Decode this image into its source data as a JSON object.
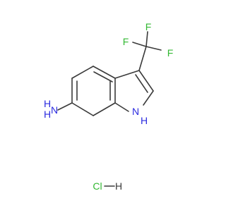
{
  "molecule": {
    "atoms": {
      "f_top": "F",
      "f_left": "F",
      "f_right": "F",
      "amine_n": "N",
      "amine_h": "H",
      "amine_h2": "H",
      "ring_n": "N",
      "ring_h": "H"
    },
    "salt": {
      "cl": "Cl",
      "h": "H"
    }
  },
  "colors": {
    "bond": "#3a3a3a",
    "nitrogen": "#2b2be0",
    "fluorine": "#33b833",
    "chlorine": "#33b833"
  }
}
